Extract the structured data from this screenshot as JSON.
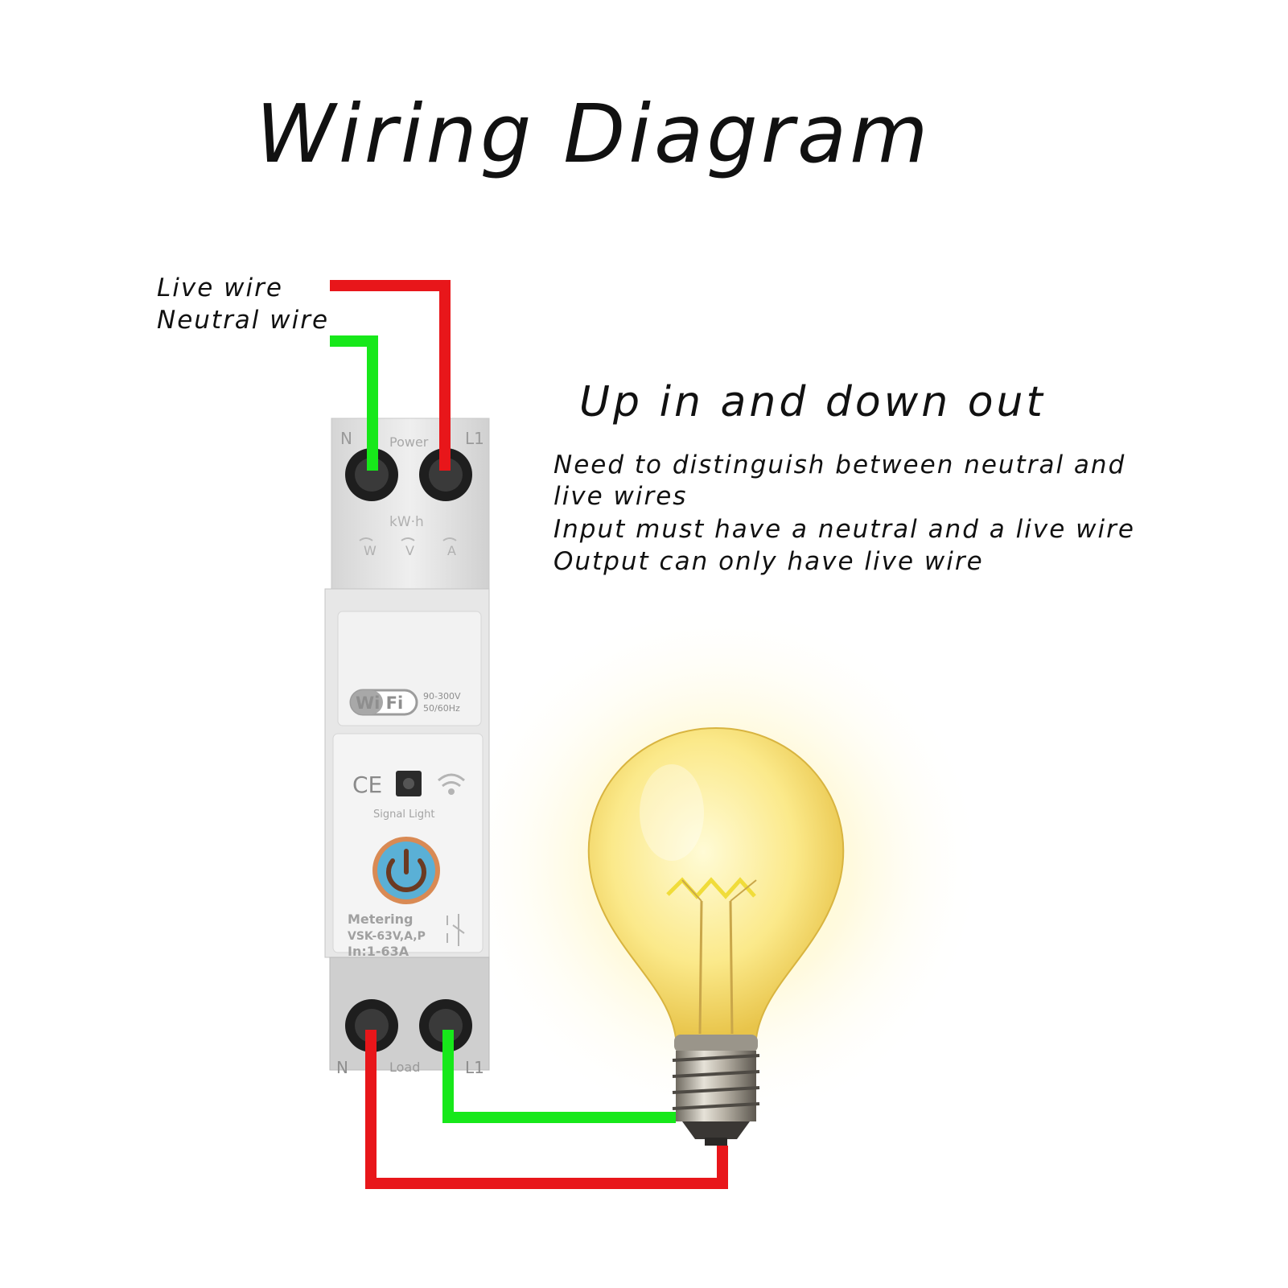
{
  "title": "Wiring Diagram",
  "wire_labels": {
    "live": "Live wire",
    "neutral": "Neutral wire"
  },
  "subtitle": "Up in and down out",
  "notes": [
    "Need to distinguish between neutral and",
    "live wires",
    "Input must have a neutral and a live wire",
    "Output can only have live wire"
  ],
  "device": {
    "top_terminal_labels": {
      "left": "N",
      "middle": "Power",
      "right": "L1"
    },
    "meter_label": "kW·h",
    "meter_symbols": [
      "W",
      "V",
      "A"
    ],
    "wifi_badge": "Wi Fi",
    "rating_lines": [
      "90-300V",
      "50/60Hz"
    ],
    "ce_mark": "CE",
    "signal_light_label": "Signal Light",
    "info_lines": [
      "Metering",
      "VSK-63V,A,P",
      "In:1-63A"
    ],
    "bottom_terminal_labels": {
      "left": "N",
      "middle": "Load",
      "right": "L1"
    },
    "icons": [
      "power-icon",
      "wifi-icon",
      "signal-light-icon"
    ]
  },
  "colors": {
    "live_wire": "#e8161a",
    "neutral_wire": "#17e81a",
    "bulb_glow": "#fff3a0",
    "power_ring": "#d98a54",
    "power_face": "#5ab0d6"
  }
}
